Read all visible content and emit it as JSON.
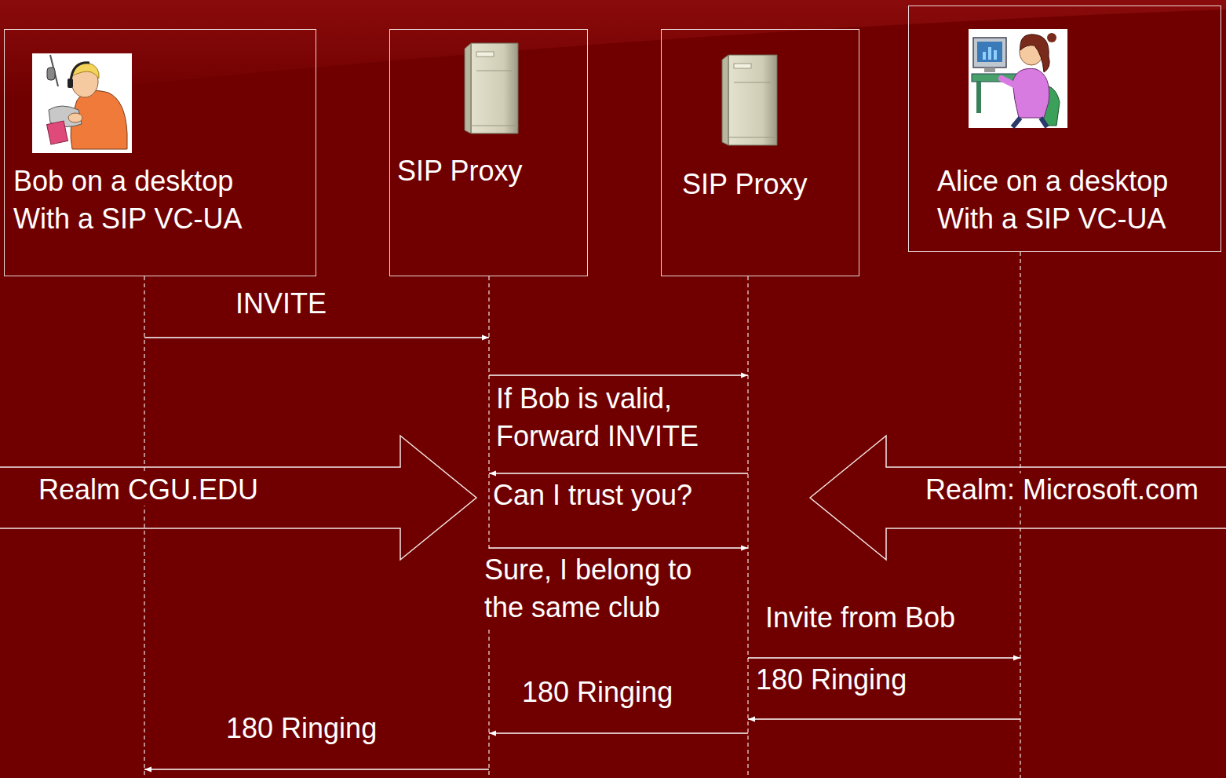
{
  "diagram": {
    "nodes": [
      {
        "text": [
          "Bob on a desktop With a SIP VC-UA"
        ]
      },
      {
        "text": [
          "SIP Proxy"
        ]
      },
      {
        "text": [
          "SIP Proxy"
        ]
      },
      {
        "text": [
          "Alice on a desktop With a SIP VC-UA"
        ]
      },
      {
        "text": [
          "Realm CGU.EDU"
        ]
      },
      {
        "text": [
          "Realm: Microsoft.com"
        ]
      }
    ],
    "edges": [
      {
        "from": 0,
        "to": 1,
        "label": "INVITE",
        "arrow": "to"
      },
      {
        "from": 1,
        "to": 2,
        "label": "If Bob is valid, Forward INVITE",
        "arrow": "to"
      },
      {
        "from": 2,
        "to": 1,
        "label": "Can I trust you?",
        "arrow": "to"
      },
      {
        "from": 1,
        "to": 2,
        "label": "Sure, I belong to the same club",
        "arrow": "to"
      },
      {
        "from": 2,
        "to": 3,
        "label": "Invite from Bob",
        "arrow": "to"
      },
      {
        "from": 3,
        "to": 2,
        "label": "180 Ringing",
        "arrow": "to"
      },
      {
        "from": 2,
        "to": 1,
        "label": "180 Ringing",
        "arrow": "to"
      },
      {
        "from": 1,
        "to": 0,
        "label": "180 Ringing",
        "arrow": "to"
      }
    ]
  }
}
